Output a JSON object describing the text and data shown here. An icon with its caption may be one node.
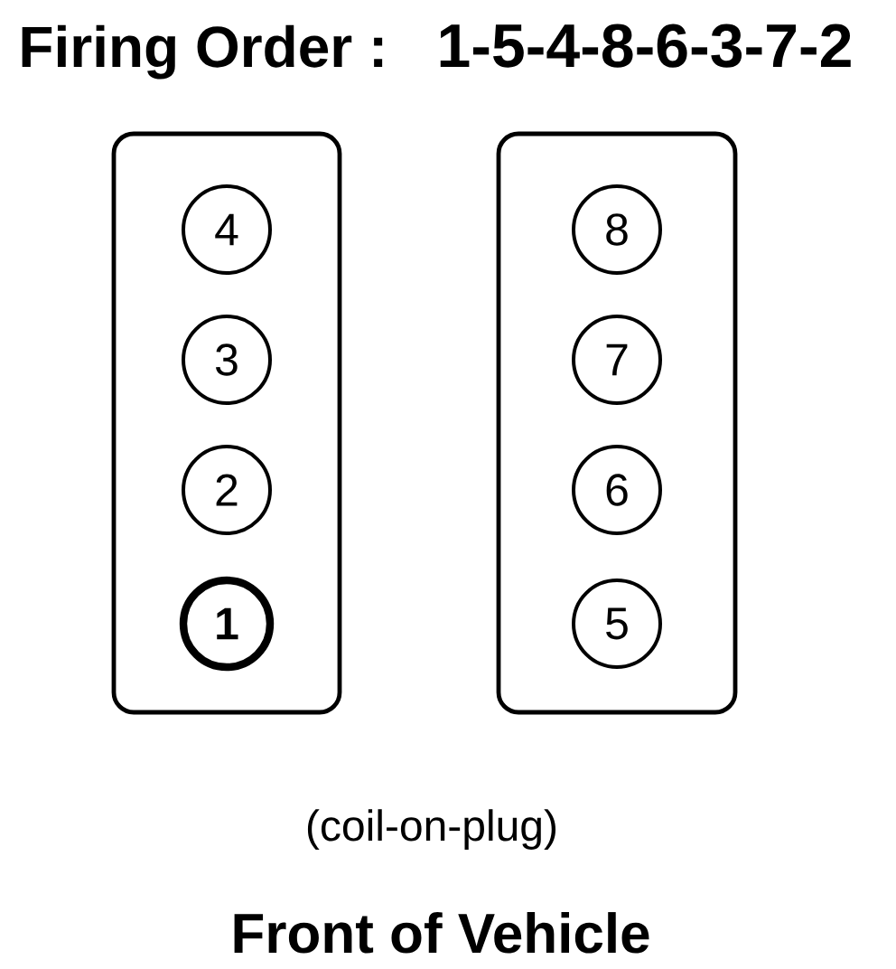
{
  "diagram": {
    "title": "Firing Order :",
    "nodes": [
      {
        "text": [],
        "shape": "box"
      },
      {
        "text": [
          "4"
        ],
        "in": 0
      },
      {
        "text": [
          "3"
        ],
        "in": 0
      },
      {
        "text": [
          "2"
        ],
        "in": 0
      },
      {
        "text": [
          "1"
        ],
        "in": 0
      },
      {
        "text": [],
        "shape": "box"
      },
      {
        "text": [
          "8"
        ],
        "in": 5
      },
      {
        "text": [
          "7"
        ],
        "in": 5
      },
      {
        "text": [
          "6"
        ],
        "in": 5
      },
      {
        "text": [
          "5"
        ],
        "in": 5
      }
    ],
    "labels": [
      "1-5-4-8-6-3-7-2",
      "(coil-on-plug)",
      "Front of Vehicle"
    ]
  }
}
